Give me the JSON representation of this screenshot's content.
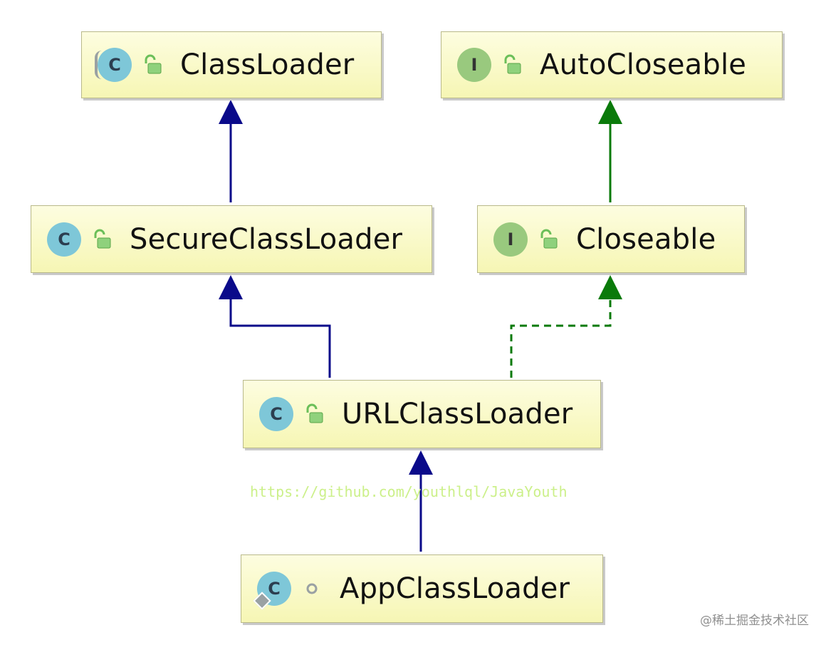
{
  "diagram": {
    "nodes": [
      {
        "id": "classloader",
        "label": "ClassLoader",
        "kind": "abstract",
        "kind_letter": "C",
        "visibility": "public"
      },
      {
        "id": "autocloseable",
        "label": "AutoCloseable",
        "kind": "interface",
        "kind_letter": "I",
        "visibility": "public"
      },
      {
        "id": "secureclassloader",
        "label": "SecureClassLoader",
        "kind": "class",
        "kind_letter": "C",
        "visibility": "public"
      },
      {
        "id": "closeable",
        "label": "Closeable",
        "kind": "interface",
        "kind_letter": "I",
        "visibility": "public"
      },
      {
        "id": "urlclassloader",
        "label": "URLClassLoader",
        "kind": "class",
        "kind_letter": "C",
        "visibility": "public"
      },
      {
        "id": "appclassloader",
        "label": "AppClassLoader",
        "kind": "class",
        "kind_letter": "C",
        "visibility": "package-private"
      }
    ],
    "edges": [
      {
        "from": "secureclassloader",
        "to": "classloader",
        "relation": "extends",
        "style": "solid",
        "color": "#0a0a8a"
      },
      {
        "from": "closeable",
        "to": "autocloseable",
        "relation": "extends",
        "style": "solid",
        "color": "#0a7a0a"
      },
      {
        "from": "urlclassloader",
        "to": "secureclassloader",
        "relation": "extends",
        "style": "solid",
        "color": "#0a0a8a"
      },
      {
        "from": "urlclassloader",
        "to": "closeable",
        "relation": "implements",
        "style": "dashed",
        "color": "#0a7a0a"
      },
      {
        "from": "appclassloader",
        "to": "urlclassloader",
        "relation": "extends",
        "style": "solid",
        "color": "#0a0a8a"
      }
    ]
  },
  "watermarks": {
    "url": "https://github.com/youthlql/JavaYouth",
    "brand": "@稀土掘金技术社区"
  },
  "colors": {
    "node_fill": "#f6f6b4",
    "class_badge": "#7ec7d8",
    "interface_badge": "#99c97e",
    "extends_arrow": "#0a0a8a",
    "implements_arrow": "#0a7a0a"
  }
}
